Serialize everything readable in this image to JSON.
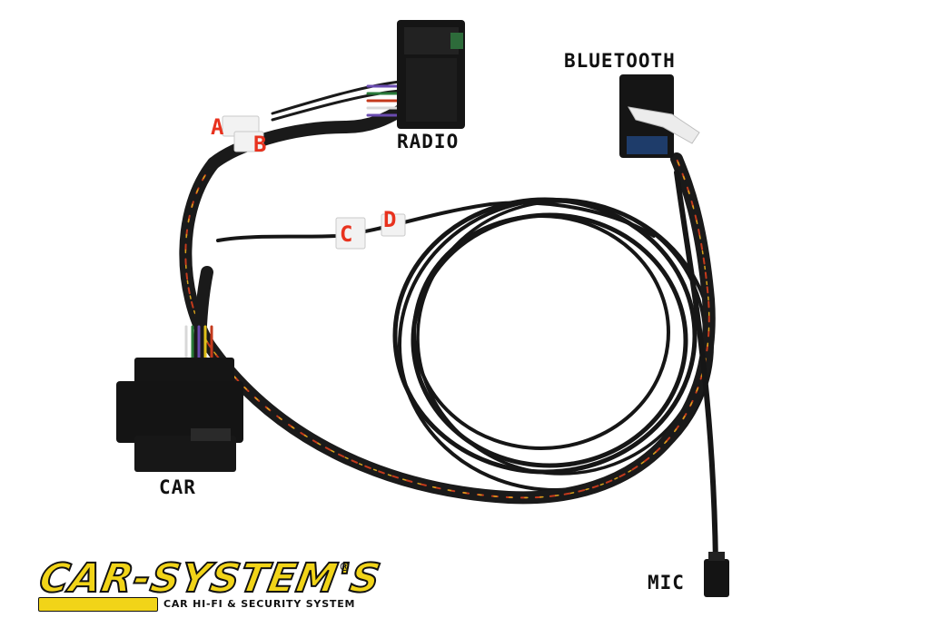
{
  "labels": {
    "radio": "RADIO",
    "bluetooth": "BLUETOOTH",
    "car": "CAR",
    "mic": "MIC"
  },
  "pins": {
    "a": "A",
    "b": "B",
    "c": "C",
    "d": "D"
  },
  "logo": {
    "wordmark": "CAR-SYSTEM'S",
    "registered": "®",
    "tagline": "CAR HI-FI & SECURITY SYSTEM"
  },
  "colors": {
    "pin_label": "#e8321e",
    "logo_yellow": "#f1d418",
    "cable": "#161616",
    "connector": "#151515"
  }
}
